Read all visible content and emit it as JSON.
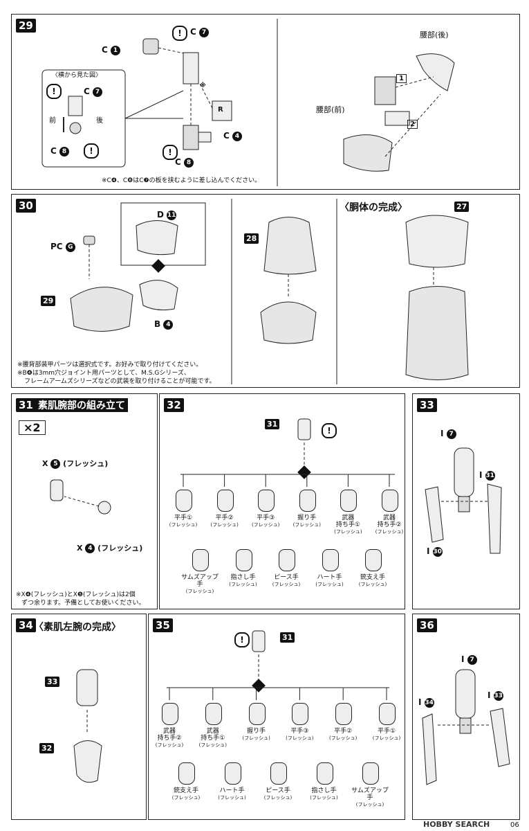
{
  "steps": {
    "s29": {
      "num": "29",
      "side_view": "〈横から見た図〉",
      "front": "前",
      "back": "後",
      "waist_back": "腰部(後)",
      "waist_front": "腰部(前)",
      "note": "※C❹、C❽はC❼の板を挟むように差し込んでください。",
      "c1": "C",
      "c7": "C",
      "c8": "C",
      "c4": "C",
      "r": "R",
      "seq1": "1",
      "seq2": "2",
      "mark": "※"
    },
    "s30": {
      "num": "30",
      "pcg": "PC",
      "d11": "D",
      "b4": "B",
      "ref29": "29",
      "ref28": "28",
      "ref27": "27",
      "title": "〈胴体の完成〉",
      "note1": "※腰背部装甲パーツは選択式です。お好みで取り付けてください。",
      "note2": "※B❹は3mm穴ジョイント用パーツとして、M.S.Gシリーズ、",
      "note3": "フレームアームズシリーズなどの武装を取り付けることが可能です。"
    },
    "s31": {
      "num": "31",
      "title": "素肌腕部の組み立て",
      "x2": "×2",
      "x5": "X",
      "x5_label": "(フレッシュ)",
      "x4": "X",
      "x4_label": "(フレッシュ)",
      "note1": "※X❹(フレッシュ)とX❺(フレッシュ)は2個",
      "note2": "ずつ余ります。予備としてお使いください。"
    },
    "s32": {
      "num": "32",
      "ref31": "31",
      "row1": [
        {
          "name": "平手①",
          "sub": "(フレッシュ)"
        },
        {
          "name": "平手②",
          "sub": "(フレッシュ)"
        },
        {
          "name": "平手③",
          "sub": "(フレッシュ)"
        },
        {
          "name": "握り手",
          "sub": "(フレッシュ)"
        },
        {
          "name": "武器\n持ち手①",
          "sub": "(フレッシュ)"
        },
        {
          "name": "武器\n持ち手②",
          "sub": "(フレッシュ)"
        }
      ],
      "row2": [
        {
          "name": "サムズアップ手",
          "sub": "(フレッシュ)"
        },
        {
          "name": "指さし手",
          "sub": "(フレッシュ)"
        },
        {
          "name": "ピース手",
          "sub": "(フレッシュ)"
        },
        {
          "name": "ハート手",
          "sub": "(フレッシュ)"
        },
        {
          "name": "銃支え手",
          "sub": "(フレッシュ)"
        }
      ]
    },
    "s33": {
      "num": "33",
      "i7": "I",
      "i31": "I",
      "i30": "I"
    },
    "s34": {
      "num": "34",
      "title": "〈素肌左腕の完成〉",
      "ref33": "33",
      "ref32": "32"
    },
    "s35": {
      "num": "35",
      "ref31": "31",
      "row1": [
        {
          "name": "武器\n持ち手②",
          "sub": "(フレッシュ)"
        },
        {
          "name": "武器\n持ち手①",
          "sub": "(フレッシュ)"
        },
        {
          "name": "握り手",
          "sub": "(フレッシュ)"
        },
        {
          "name": "平手③",
          "sub": "(フレッシュ)"
        },
        {
          "name": "平手②",
          "sub": "(フレッシュ)"
        },
        {
          "name": "平手①",
          "sub": "(フレッシュ)"
        }
      ],
      "row2": [
        {
          "name": "銃支え手",
          "sub": "(フレッシュ)"
        },
        {
          "name": "ハート手",
          "sub": "(フレッシュ)"
        },
        {
          "name": "ピース手",
          "sub": "(フレッシュ)"
        },
        {
          "name": "指さし手",
          "sub": "(フレッシュ)"
        },
        {
          "name": "サムズアップ手",
          "sub": "(フレッシュ)"
        }
      ]
    },
    "s36": {
      "num": "36",
      "i7": "I",
      "i34": "I",
      "i33": "I"
    }
  },
  "circled": {
    "n1": "1",
    "n7": "7",
    "n8": "8",
    "n4": "4",
    "n11": "11",
    "g": "G",
    "n5": "5",
    "n30": "30",
    "n31": "31",
    "n33": "33",
    "n34": "34"
  },
  "footer": {
    "watermark": "HOBBY SEARCH",
    "page": "06"
  }
}
